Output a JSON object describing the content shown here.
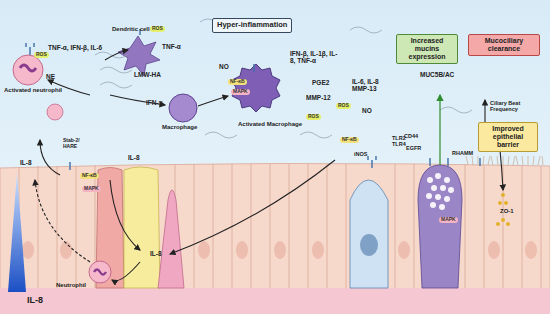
{
  "diagram": {
    "nodes": [
      {
        "text": [
          "Hyper-inflammation"
        ]
      },
      {
        "text": [
          "Increased mucins expression"
        ]
      },
      {
        "text": [
          "Mucociliary clearance"
        ]
      },
      {
        "text": [
          "Improved epithelial barrier"
        ]
      }
    ],
    "labels": [
      "TNF-α, IFN-β, IL-6",
      "ROS",
      "NE",
      "Activated neutrophil",
      "Dendritic cell",
      "ROS",
      "TNF-α",
      "LMW-HA",
      "IFN-γ",
      "Macrophage",
      "NO",
      "NF-κB",
      "MAPK",
      "IFN-β, IL-1β, IL-8, TNF-α",
      "PGE2",
      "MMP-12",
      "ROS",
      "Activated Macrophage",
      "IL-6, IL-8 MMP-13",
      "NO",
      "ROS",
      "TLR2 TLR4",
      "NF-κB",
      "iNOS",
      "MUC5B/AC",
      "CD44",
      "EGFR",
      "MAPK",
      "Ciliary Beat Frequency",
      "RHAMM",
      "ZO-1",
      "IL-8",
      "Stab-2/ HARE",
      "IL-8",
      "NF-κB",
      "MAPK",
      "IL-8",
      "IL-8",
      "Neutrophil"
    ]
  }
}
